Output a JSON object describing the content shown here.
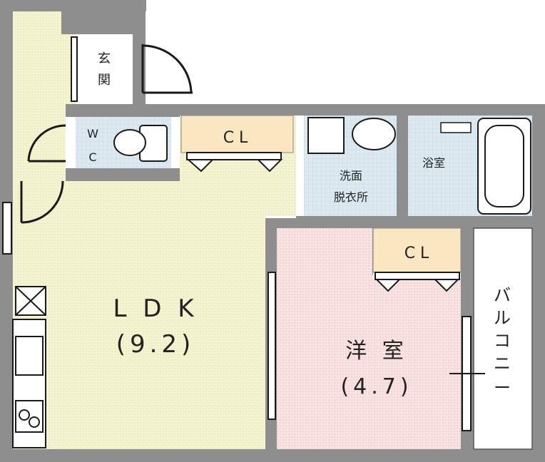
{
  "rooms": {
    "entrance": "玄\n関",
    "wc": "W\nC",
    "closet_top": "C L",
    "washroom": "洗面\n脱衣所",
    "bathroom": "浴室",
    "ldk_name": "L D K",
    "ldk_size": "(9.2)",
    "western_name": "洋 室",
    "western_size": "(4.7)",
    "closet_bedroom": "C L",
    "balcony": "バ\nル\nコ\nニ\nー"
  },
  "colors": {
    "wall": "#8c8c8c",
    "wall_dark": "#1a1a1a",
    "ldk_floor": "#f3f3cf",
    "western_floor": "#f7dede",
    "tile_floor": "#d9e8f2",
    "closet_floor": "#fbe8c4",
    "balcony_floor": "#ffffff"
  }
}
